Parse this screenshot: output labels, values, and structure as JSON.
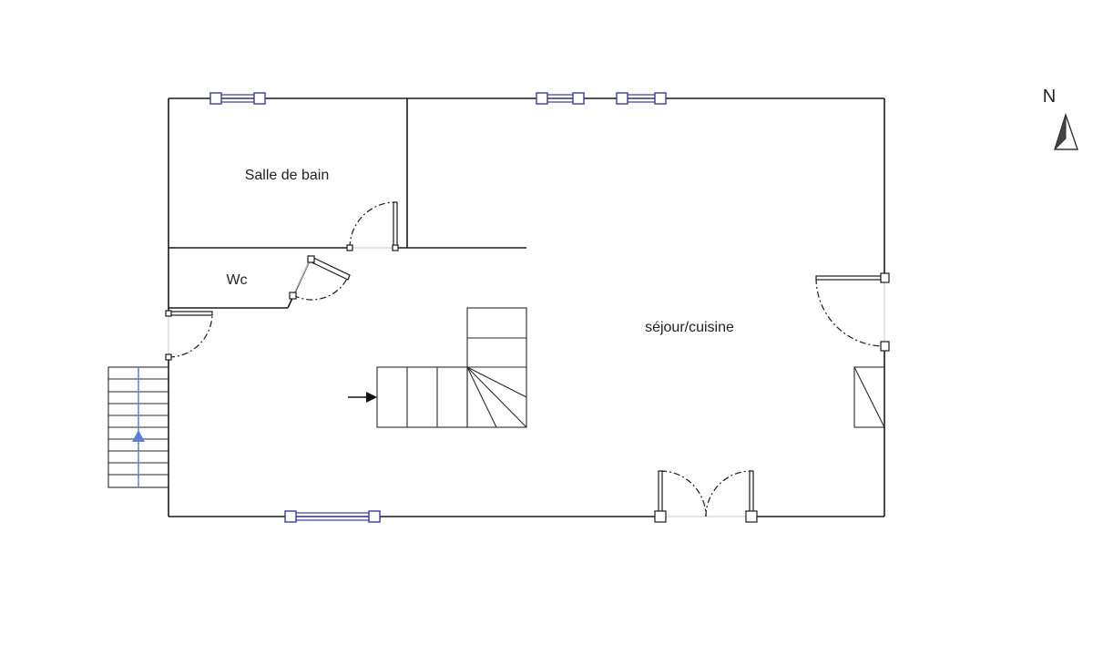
{
  "rooms": {
    "bathroom": "Salle de bain",
    "wc": "Wc",
    "living": "séjour/cuisine"
  },
  "compass": {
    "label": "N"
  },
  "colors": {
    "walls": "#1a1a1a",
    "windows": "#3a3a9a",
    "stair_arrow": "#5b7fd6",
    "background": "#ffffff"
  }
}
